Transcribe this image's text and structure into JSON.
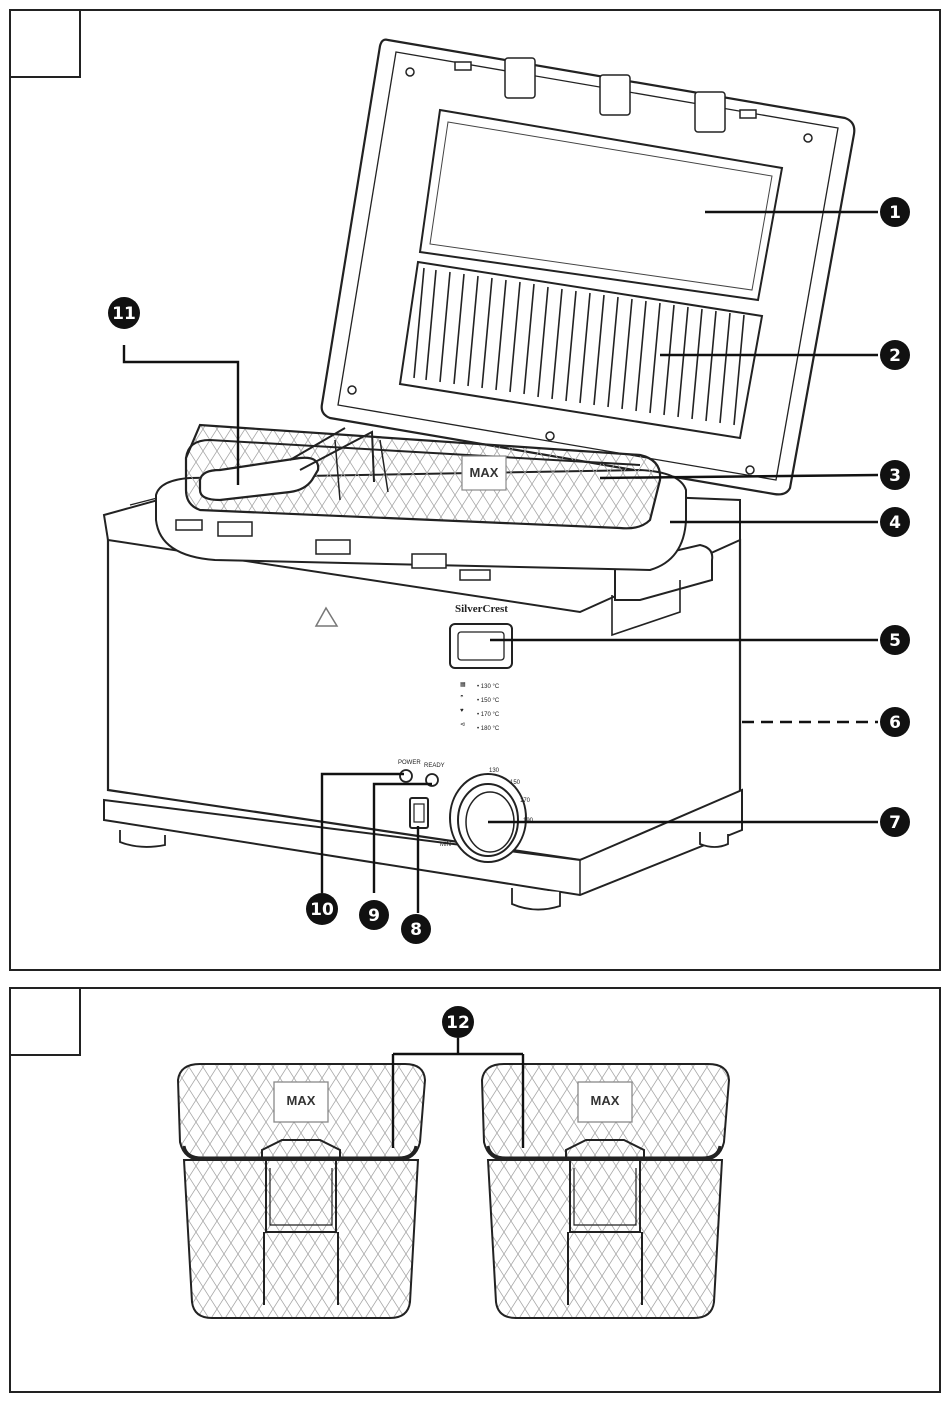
{
  "panels": [
    {
      "id": "top",
      "label": ""
    },
    {
      "id": "bottom",
      "label": ""
    }
  ],
  "device": {
    "brand": "SilverCrest",
    "max_label": "MAX",
    "indicator_power": "POWER",
    "indicator_ready": "READY",
    "dial_min": "MIN",
    "dial_scale": [
      "130",
      "150",
      "170",
      "190"
    ],
    "temperature_table": [
      {
        "icon": "fries-icon",
        "label": "• 130 °C"
      },
      {
        "icon": "pastry-icon",
        "label": "• 150 °C"
      },
      {
        "icon": "chicken-icon",
        "label": "• 170 °C"
      },
      {
        "icon": "fish-icon",
        "label": "• 180 °C"
      }
    ]
  },
  "callouts": [
    "1",
    "2",
    "3",
    "4",
    "5",
    "6",
    "7",
    "8",
    "9",
    "10",
    "11",
    "12"
  ],
  "colors": {
    "line": "#222222",
    "mesh": "#9a9a9a",
    "bg": "#ffffff",
    "callout_bg": "#111111"
  }
}
